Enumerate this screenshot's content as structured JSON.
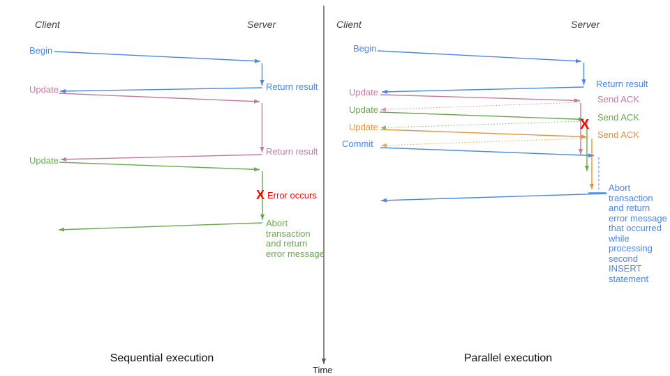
{
  "palette": {
    "blue": "#4a86e8",
    "pink": "#c27ba0",
    "green": "#6aa84f",
    "orange": "#e69138",
    "red": "#ff0000",
    "axis": "#555555"
  },
  "time_axis": {
    "label": "Time"
  },
  "left": {
    "caption": "Sequential execution",
    "client_header": "Client",
    "server_header": "Server",
    "labels": {
      "begin": "Begin",
      "return_result_1": "Return result",
      "update_1": "Update",
      "return_result_2": "Return result",
      "update_2": "Update",
      "error_mark": "X",
      "error_text": "Error occurs",
      "abort_text": "Abort\ntransaction\nand return\nerror message"
    }
  },
  "right": {
    "caption": "Parallel execution",
    "client_header": "Client",
    "server_header": "Server",
    "labels": {
      "begin": "Begin",
      "return_result": "Return result",
      "update_1": "Update",
      "send_ack_1": "Send ACK",
      "update_2": "Update",
      "send_ack_2": "Send ACK",
      "update_3": "Update",
      "send_ack_3": "Send ACK",
      "commit": "Commit",
      "error_mark": "X",
      "abort_text": "Abort\ntransaction\nand return\nerror message\nthat occurred\nwhile\nprocessing\nsecond\nINSERT\nstatement"
    }
  }
}
